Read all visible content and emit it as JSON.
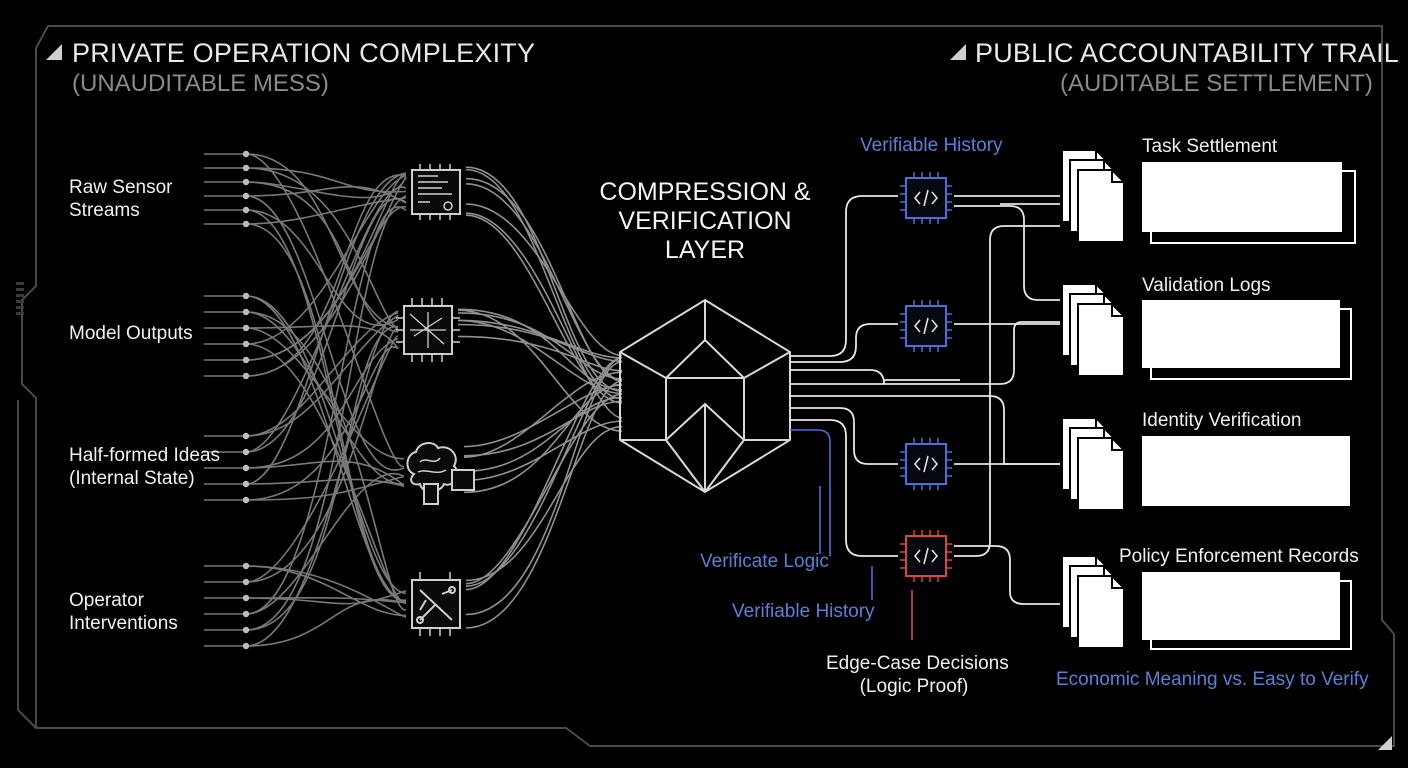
{
  "header": {
    "left_title": "PRIVATE OPERATION COMPLEXITY",
    "left_sub": "(UNAUDITABLE MESS)",
    "right_title": "PUBLIC ACCOUNTABILITY TRAIL",
    "right_sub": "(AUDITABLE SETTLEMENT)"
  },
  "inputs": [
    {
      "line1": "Raw Sensor",
      "line2": "Streams"
    },
    {
      "line1": "Model Outputs",
      "line2": ""
    },
    {
      "line1": "Half-formed Ideas",
      "line2": "(Internal State)"
    },
    {
      "line1": "Operator",
      "line2": "Interventions"
    }
  ],
  "center": {
    "line1": "COMPRESSION &",
    "line2": "VERIFICATION",
    "line3": "LAYER"
  },
  "verifier_labels": {
    "top": "Verifiable History",
    "logic": "Verificate Logic",
    "history": "Verifiable History",
    "edge1": "Edge-Case Decisions",
    "edge2": "(Logic Proof)"
  },
  "outputs": [
    {
      "label": "Task Settlement"
    },
    {
      "label": "Validation Logs"
    },
    {
      "label": "Identity Verification"
    },
    {
      "label": "Policy Enforcement Records"
    }
  ],
  "footer": "Economic Meaning vs. Easy to Verify",
  "colors": {
    "blue": "#4a6fd8",
    "red": "#d9483c",
    "wire": "#9a9a9a",
    "frame": "#4a4a4a"
  }
}
